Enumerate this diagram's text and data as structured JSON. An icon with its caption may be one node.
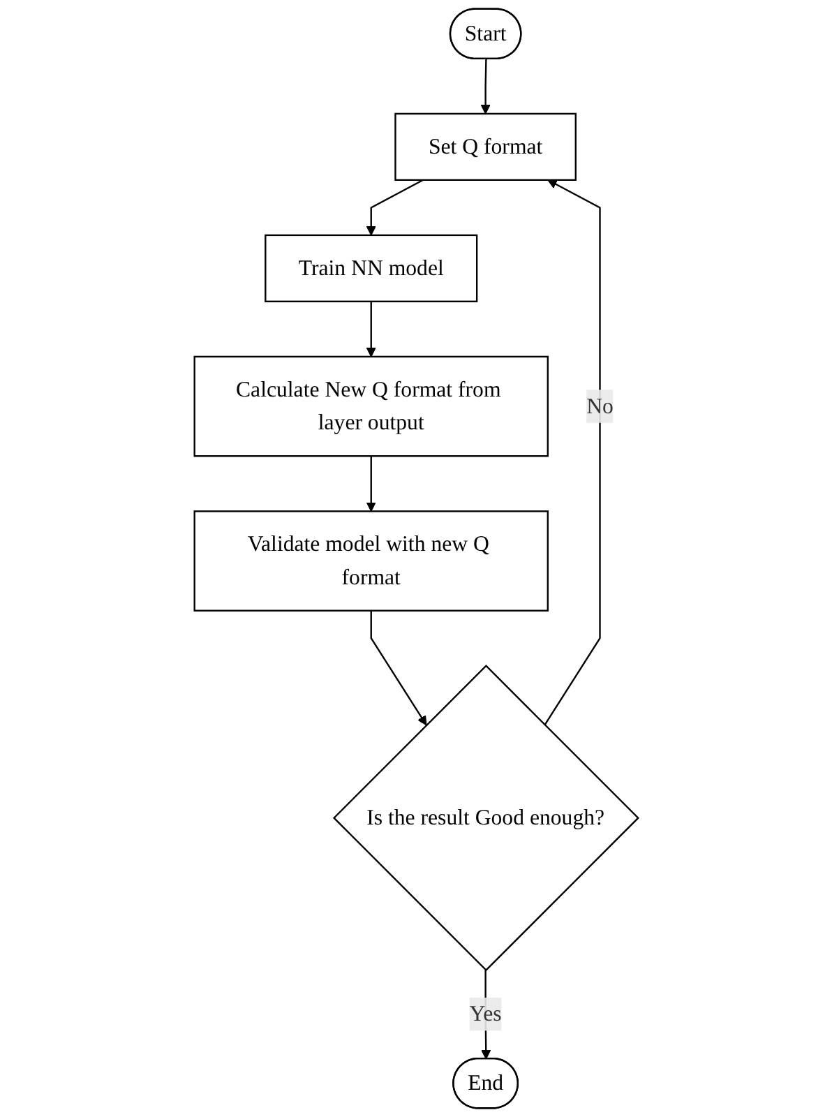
{
  "diagram": {
    "nodes": [
      {
        "text": [
          "Start"
        ]
      },
      {
        "text": [
          "Set Q format"
        ]
      },
      {
        "text": [
          "Train NN model"
        ]
      },
      {
        "text": [
          "Calculate New Q format from layer output"
        ]
      },
      {
        "text": [
          "Validate model with new Q format"
        ]
      },
      {
        "text": [
          "Is the result Good enough?"
        ]
      },
      {
        "text": [
          "End"
        ]
      }
    ],
    "edges": [
      {
        "from": 0,
        "to": 1,
        "arrow": "to"
      },
      {
        "from": 1,
        "to": 2,
        "arrow": "to"
      },
      {
        "from": 2,
        "to": 3,
        "arrow": "to"
      },
      {
        "from": 3,
        "to": 4,
        "arrow": "to"
      },
      {
        "from": 4,
        "to": 5,
        "arrow": "to"
      },
      {
        "from": 5,
        "to": 6,
        "label": "Yes",
        "arrow": "to"
      },
      {
        "from": 5,
        "to": 1,
        "label": "No",
        "arrow": "to"
      }
    ]
  }
}
